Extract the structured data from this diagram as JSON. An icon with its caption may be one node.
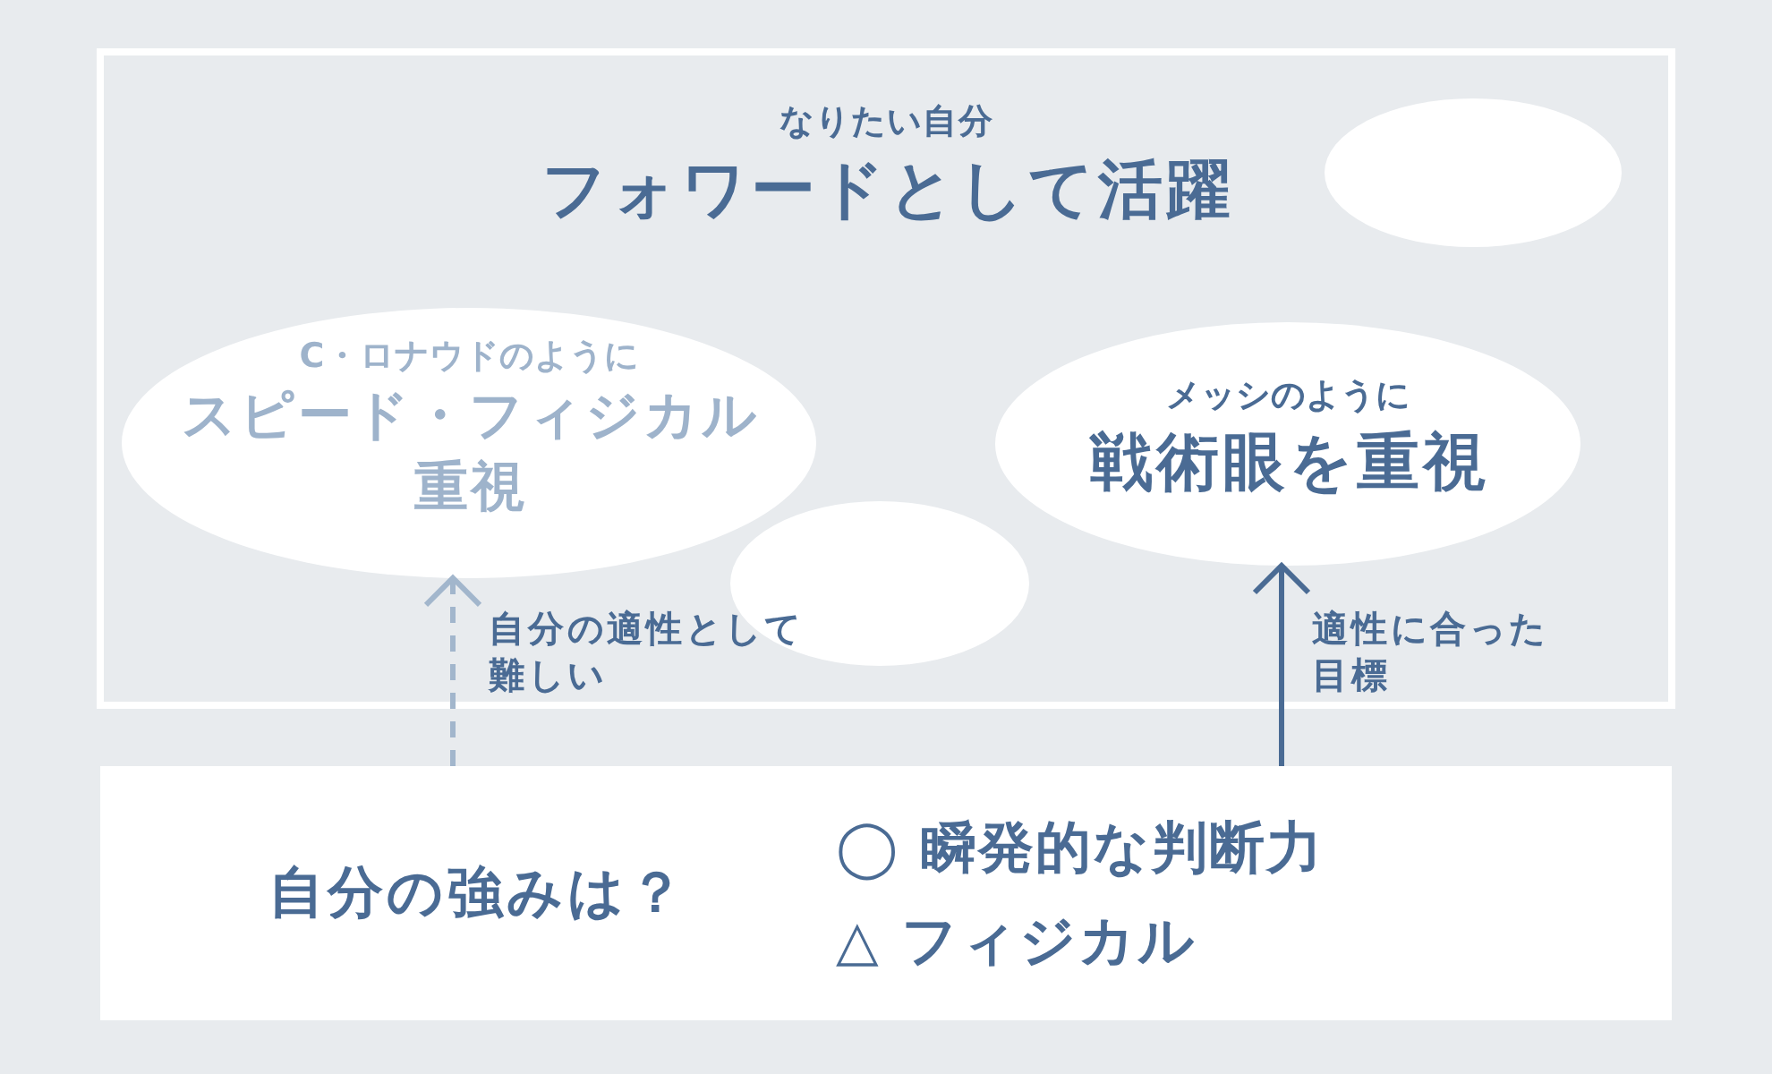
{
  "diagram": {
    "nodes": [
      {
        "text": [
          "なりたい自分",
          "フォワードとして活躍"
        ]
      },
      {
        "text": [],
        "shape": "ellipse",
        "in": 0
      },
      {
        "text": [
          "C・ロナウドのように",
          "スピード・フィジカル重視"
        ],
        "in": 0
      },
      {
        "text": [
          "メッシのように",
          "戦術眼を重視"
        ],
        "in": 0
      },
      {
        "text": [],
        "shape": "ellipse",
        "in": 0
      },
      {
        "text": [
          "自分の強みは？",
          "◯ 瞬発的な判断力",
          "△ フィジカル"
        ]
      }
    ],
    "edges": [
      {
        "from": 5,
        "to": 2,
        "arrow": "to",
        "label": "自分の適性として難しい",
        "style": "dashed",
        "color": "#a2b6cc"
      },
      {
        "from": 5,
        "to": 3,
        "arrow": "to",
        "label": "適性に合った目標"
      }
    ]
  }
}
